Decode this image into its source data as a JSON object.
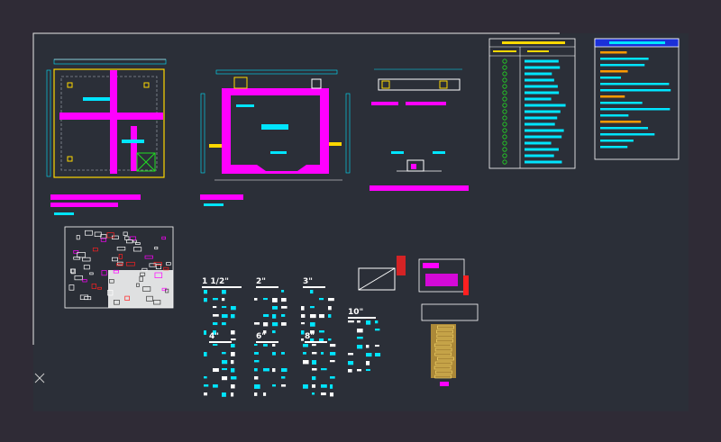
{
  "colors": {
    "background": "#2f2b36",
    "drawing_area": "#2b2f38",
    "magenta": "#ff00ff",
    "cyan": "#00e5ff",
    "yellow": "#ffd800",
    "white": "#ffffff",
    "gray": "#8a8f99",
    "blue_header": "#1b30d8",
    "orange": "#ff9a00",
    "red": "#ff2020",
    "green": "#22dd22",
    "gold": "#d8a838"
  },
  "icons": {
    "ucs": "ucs-cross-icon"
  },
  "pipe_sizes": {
    "s1": "1 1/2\"",
    "s2": "2\"",
    "s3": "3\"",
    "s4": "4\"",
    "s6": "6\"",
    "s8": "8\"",
    "s10": "10\""
  }
}
